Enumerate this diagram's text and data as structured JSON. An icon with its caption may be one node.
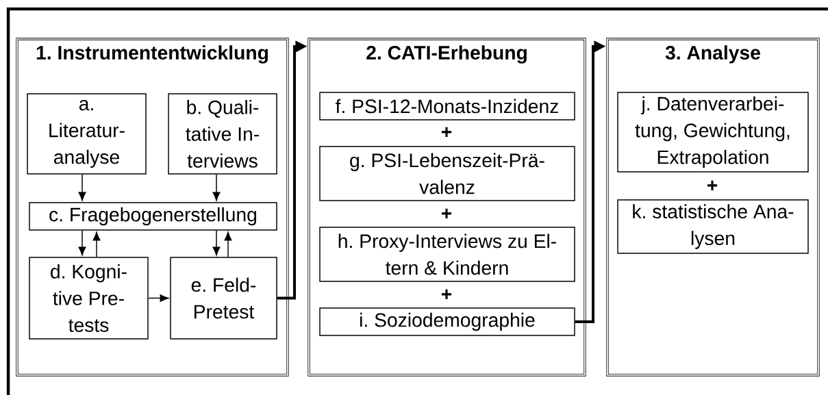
{
  "diagram": {
    "nodes": [
      {
        "text": [
          "1. Instrumententwicklung"
        ]
      },
      {
        "text": [
          "a. Literatur- analyse"
        ],
        "in": 0
      },
      {
        "text": [
          "b. Quali- tative In- terviews"
        ],
        "in": 0
      },
      {
        "text": [
          "c. Fragebogenerstellung"
        ],
        "in": 0
      },
      {
        "text": [
          "d. Kogni- tive Pre- tests"
        ],
        "in": 0
      },
      {
        "text": [
          "e. Feld- Pretest"
        ],
        "in": 0
      },
      {
        "text": [
          "2. CATI-Erhebung"
        ]
      },
      {
        "text": [
          "f. PSI-12-Monats-Inzidenz"
        ],
        "in": 6
      },
      {
        "text": [
          "g. PSI-Lebenszeit-Prä- valenz"
        ],
        "in": 6
      },
      {
        "text": [
          "h. Proxy-Interviews zu El- tern & Kindern"
        ],
        "in": 6
      },
      {
        "text": [
          "i. Soziodemographie"
        ],
        "in": 6
      },
      {
        "text": [
          "3. Analyse"
        ]
      },
      {
        "text": [
          "j. Datenverarbei- tung, Gewichtung, Extrapolation"
        ],
        "in": 11
      },
      {
        "text": [
          "k. statistische Ana- lysen"
        ],
        "in": 11
      }
    ],
    "edges": [
      {
        "from": 1,
        "to": 3,
        "arrow": "to"
      },
      {
        "from": 2,
        "to": 3,
        "arrow": "to"
      },
      {
        "from": 3,
        "to": 4,
        "arrow": "to"
      },
      {
        "from": 4,
        "to": 3,
        "arrow": "to"
      },
      {
        "from": 3,
        "to": 5,
        "arrow": "to"
      },
      {
        "from": 5,
        "to": 3,
        "arrow": "to"
      },
      {
        "from": 4,
        "to": 5,
        "arrow": "to"
      },
      {
        "from": 5,
        "to": 6,
        "arrow": "to",
        "style": "thick"
      },
      {
        "from": 10,
        "to": 11,
        "arrow": "to",
        "style": "thick"
      }
    ],
    "labels": [
      "+",
      "+",
      "+",
      "+"
    ]
  }
}
